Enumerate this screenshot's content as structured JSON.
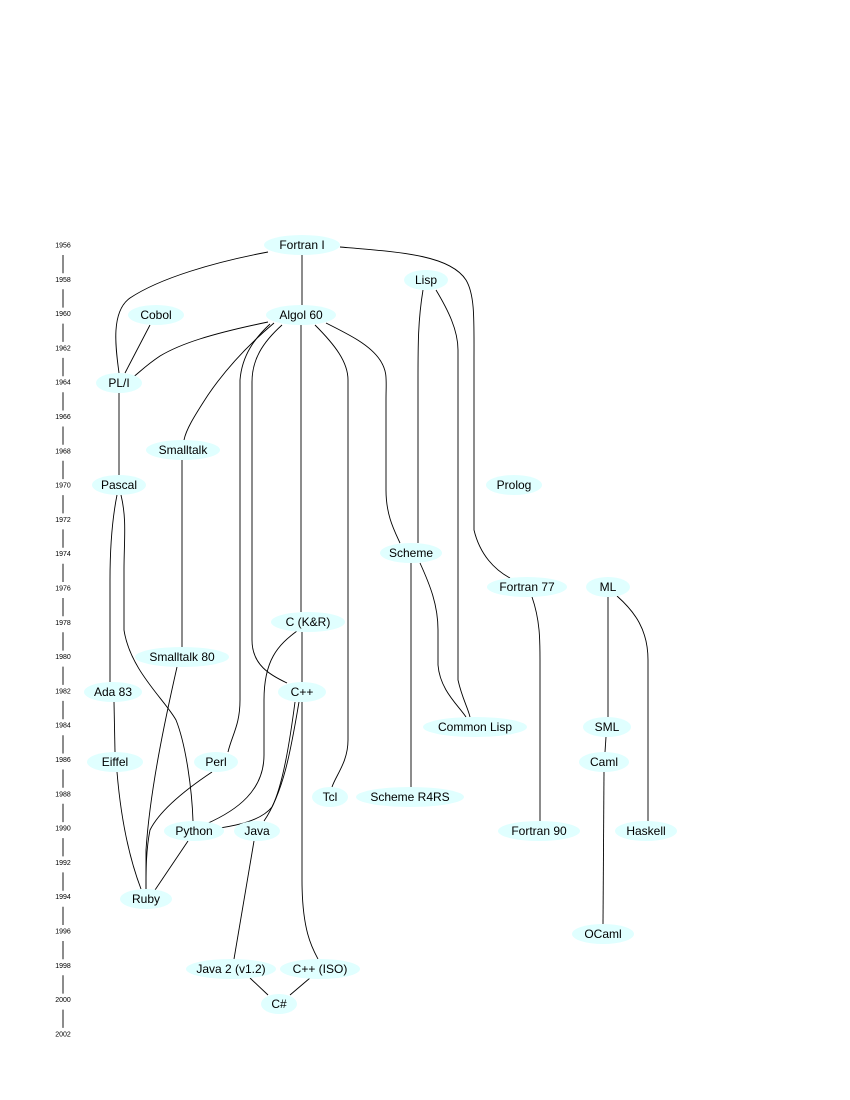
{
  "years": [
    "1956",
    "1958",
    "1960",
    "1962",
    "1964",
    "1966",
    "1968",
    "1970",
    "1972",
    "1974",
    "1976",
    "1978",
    "1980",
    "1982",
    "1984",
    "1986",
    "1988",
    "1990",
    "1992",
    "1994",
    "1996",
    "1998",
    "2000",
    "2002"
  ],
  "node_fill": "#e0ffff",
  "nodes": [
    {
      "id": "fortran1",
      "label": "Fortran I"
    },
    {
      "id": "lisp",
      "label": "Lisp"
    },
    {
      "id": "cobol",
      "label": "Cobol"
    },
    {
      "id": "algol60",
      "label": "Algol 60"
    },
    {
      "id": "pli",
      "label": "PL/I"
    },
    {
      "id": "smalltalk",
      "label": "Smalltalk"
    },
    {
      "id": "pascal",
      "label": "Pascal"
    },
    {
      "id": "prolog",
      "label": "Prolog"
    },
    {
      "id": "scheme",
      "label": "Scheme"
    },
    {
      "id": "fortran77",
      "label": "Fortran 77"
    },
    {
      "id": "ml",
      "label": "ML"
    },
    {
      "id": "ckr",
      "label": "C (K&R)"
    },
    {
      "id": "smalltalk80",
      "label": "Smalltalk 80"
    },
    {
      "id": "ada83",
      "label": "Ada 83"
    },
    {
      "id": "cpp",
      "label": "C++"
    },
    {
      "id": "commonlisp",
      "label": "Common Lisp"
    },
    {
      "id": "sml",
      "label": "SML"
    },
    {
      "id": "eiffel",
      "label": "Eiffel"
    },
    {
      "id": "perl",
      "label": "Perl"
    },
    {
      "id": "caml",
      "label": "Caml"
    },
    {
      "id": "tcl",
      "label": "Tcl"
    },
    {
      "id": "schemer4rs",
      "label": "Scheme R4RS"
    },
    {
      "id": "python",
      "label": "Python"
    },
    {
      "id": "java",
      "label": "Java"
    },
    {
      "id": "fortran90",
      "label": "Fortran 90"
    },
    {
      "id": "haskell",
      "label": "Haskell"
    },
    {
      "id": "ruby",
      "label": "Ruby"
    },
    {
      "id": "ocaml",
      "label": "OCaml"
    },
    {
      "id": "java2",
      "label": "Java 2 (v1.2)"
    },
    {
      "id": "cppiso",
      "label": "C++ (ISO)"
    },
    {
      "id": "csharp",
      "label": "C#"
    }
  ],
  "edges": [
    {
      "from": "fortran1",
      "to": "algol60"
    },
    {
      "from": "fortran1",
      "to": "pli"
    },
    {
      "from": "fortran1",
      "to": "fortran77"
    },
    {
      "from": "cobol",
      "to": "pli"
    },
    {
      "from": "algol60",
      "to": "pli"
    },
    {
      "from": "algol60",
      "to": "smalltalk"
    },
    {
      "from": "algol60",
      "to": "perl"
    },
    {
      "from": "algol60",
      "to": "cpp"
    },
    {
      "from": "algol60",
      "to": "ckr"
    },
    {
      "from": "algol60",
      "to": "tcl"
    },
    {
      "from": "algol60",
      "to": "scheme"
    },
    {
      "from": "lisp",
      "to": "scheme"
    },
    {
      "from": "lisp",
      "to": "commonlisp"
    },
    {
      "from": "pli",
      "to": "pascal"
    },
    {
      "from": "smalltalk",
      "to": "smalltalk80"
    },
    {
      "from": "pascal",
      "to": "ada83"
    },
    {
      "from": "pascal",
      "to": "python"
    },
    {
      "from": "scheme",
      "to": "commonlisp"
    },
    {
      "from": "scheme",
      "to": "schemer4rs"
    },
    {
      "from": "fortran77",
      "to": "fortran90"
    },
    {
      "from": "ml",
      "to": "sml"
    },
    {
      "from": "ml",
      "to": "haskell"
    },
    {
      "from": "ckr",
      "to": "cpp"
    },
    {
      "from": "ckr",
      "to": "python"
    },
    {
      "from": "smalltalk80",
      "to": "ruby"
    },
    {
      "from": "ada83",
      "to": "eiffel"
    },
    {
      "from": "cpp",
      "to": "python"
    },
    {
      "from": "cpp",
      "to": "java"
    },
    {
      "from": "cpp",
      "to": "cppiso"
    },
    {
      "from": "sml",
      "to": "caml"
    },
    {
      "from": "eiffel",
      "to": "ruby"
    },
    {
      "from": "perl",
      "to": "ruby"
    },
    {
      "from": "caml",
      "to": "ocaml"
    },
    {
      "from": "python",
      "to": "ruby"
    },
    {
      "from": "java",
      "to": "java2"
    },
    {
      "from": "java2",
      "to": "csharp"
    },
    {
      "from": "cppiso",
      "to": "csharp"
    }
  ]
}
